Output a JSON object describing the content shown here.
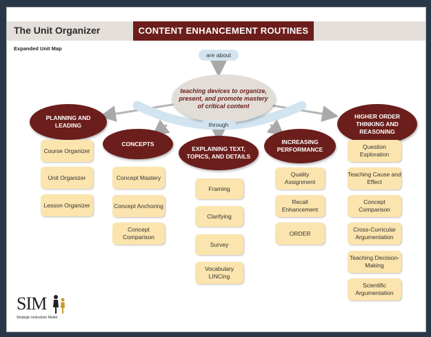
{
  "header": {
    "unit_title": "The Unit Organizer",
    "routines_title": "CONTENT ENHANCEMENT ROUTINES",
    "subtitle": "Expanded Unit Map"
  },
  "connectors": {
    "top": "are about",
    "middle": "through"
  },
  "center": {
    "text": "teaching devices to organize, present, and promote mastery of critical content"
  },
  "categories": [
    {
      "title": "PLANNING AND LEADING",
      "items": [
        "Course Organizer",
        "Unit Organizer",
        "Lesson Organizer"
      ]
    },
    {
      "title": "CONCEPTS",
      "items": [
        "Concept Mastery",
        "Concept Anchoring",
        "Concept Comparison"
      ]
    },
    {
      "title": "EXPLAINING TEXT, TOPICS, AND DETAILS",
      "items": [
        "Framing",
        "Clarifying",
        "Survey",
        "Vocabulary LINCing"
      ]
    },
    {
      "title": "INCREASING PERFORMANCE",
      "items": [
        "Quality Assignment",
        "Recall Enhancement",
        "ORDER"
      ]
    },
    {
      "title": "HIGHER ORDER THINKING AND REASONING",
      "items": [
        "Question Exploration",
        "Teaching Cause and Effect",
        "Concept Comparison",
        "Cross-Curricular Argumentation",
        "Teaching Decision-Making",
        "Scientific Argumentation"
      ]
    }
  ],
  "logo": {
    "text": "SIM",
    "subtext": "Strategic Instruction Model"
  },
  "colors": {
    "maroon": "#6b1e1b",
    "box": "#fbe4ad",
    "connector": "#d2e4ef",
    "background": "#283848"
  }
}
